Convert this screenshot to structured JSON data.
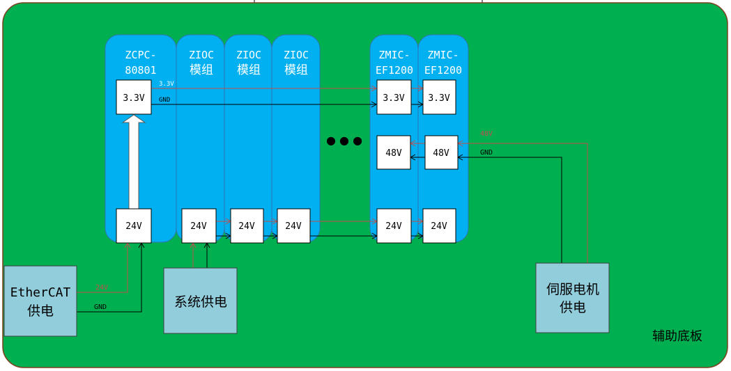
{
  "board": {
    "label": "辅助底板",
    "fill": "#00b050",
    "module_fill": "#00b0f0",
    "supply_fill": "#92cddc",
    "wire_red": "#c0504d",
    "wire_black": "#000000"
  },
  "modules": [
    {
      "line1": "ZCPC-",
      "line2": "80801",
      "top_box": "3.3V",
      "bottom_box": "24V"
    },
    {
      "line1": "ZIOC",
      "line2": "模组",
      "bottom_box": "24V"
    },
    {
      "line1": "ZIOC",
      "line2": "模组",
      "bottom_box": "24V"
    },
    {
      "line1": "ZIOC",
      "line2": "模组",
      "bottom_box": "24V"
    },
    {
      "line1": "ZMIC-",
      "line2": "EF1200",
      "top_box": "3.3V",
      "mid_box": "48V",
      "bottom_box": "24V"
    },
    {
      "line1": "ZMIC-",
      "line2": "EF1200",
      "top_box": "3.3V",
      "mid_box": "48V",
      "bottom_box": "24V"
    }
  ],
  "supplies": {
    "ethercat": {
      "line1": "EtherCAT",
      "line2": "供电"
    },
    "system": {
      "line1": "系统供电"
    },
    "servo": {
      "line1": "伺服电机",
      "line2": "供电"
    }
  },
  "wire_labels": {
    "v33": "3.3V",
    "gnd_top": "GND",
    "v48": "48V",
    "gnd_servo": "GND",
    "v24": "24V",
    "gnd_ethercat": "GND"
  },
  "ellipsis": "● ● ●"
}
